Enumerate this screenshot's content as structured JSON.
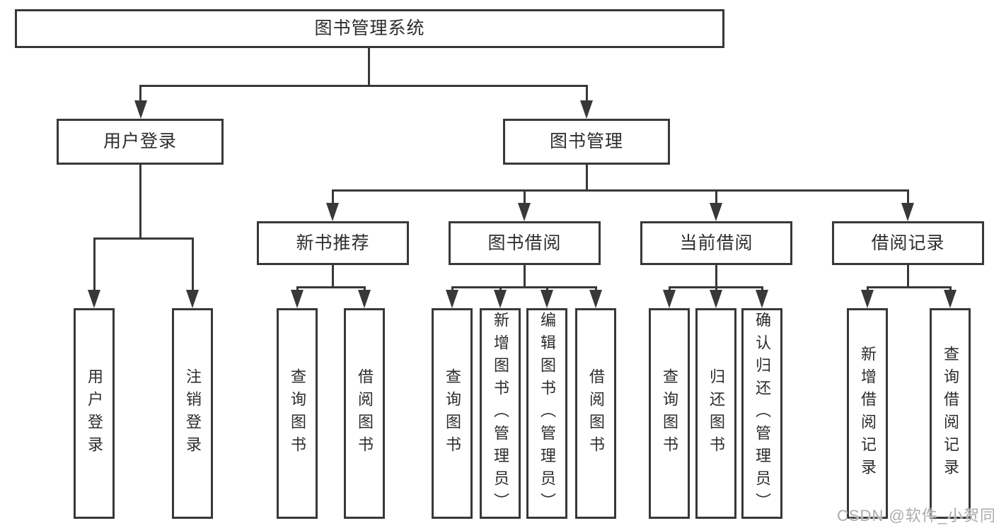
{
  "diagram": {
    "title": "图书管理系统",
    "level2": [
      {
        "label": "用户登录"
      },
      {
        "label": "图书管理"
      }
    ],
    "level3": [
      {
        "label": "新书推荐"
      },
      {
        "label": "图书借阅"
      },
      {
        "label": "当前借阅"
      },
      {
        "label": "借阅记录"
      }
    ],
    "leaves": {
      "user": [
        "用户登录",
        "注销登录"
      ],
      "newbook": [
        "查询图书",
        "借阅图书"
      ],
      "borrow": [
        "查询图书",
        "新增图书（管理员）",
        "编辑图书（管理员）",
        "借阅图书"
      ],
      "current": [
        "查询图书",
        "归还图书",
        "确认归还（管理员）"
      ],
      "record": [
        "新增借阅记录",
        "查询借阅记录"
      ]
    }
  },
  "watermark": {
    "text": "CSDN @软件_小贺同学"
  },
  "colors": {
    "line": "#383838",
    "text": "#2d2d2d",
    "background": "#ffffff",
    "watermark": "#ababab"
  }
}
